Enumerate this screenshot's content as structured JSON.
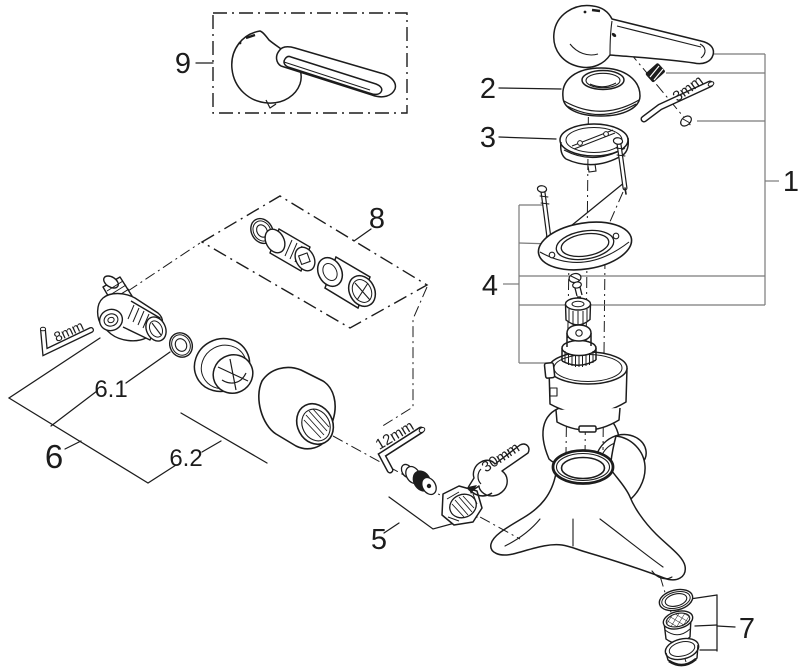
{
  "diagram": {
    "kind": "exploded-parts-diagram",
    "background": "#ffffff",
    "colors": {
      "line": "#1c1c1c",
      "bracket": "#7a7a7a",
      "fill": "#ffffff"
    },
    "labels": {
      "part1": "1",
      "part2": "2",
      "part3": "3",
      "part4": "4",
      "part5": "5",
      "part6": "6",
      "part6_1": "6.1",
      "part6_2": "6.2",
      "part7": "7",
      "part8": "8",
      "part9": "9"
    },
    "tools": {
      "allen3": "3mm",
      "allen8": "8mm",
      "allen12": "12mm",
      "wrench30": "30mm"
    }
  }
}
